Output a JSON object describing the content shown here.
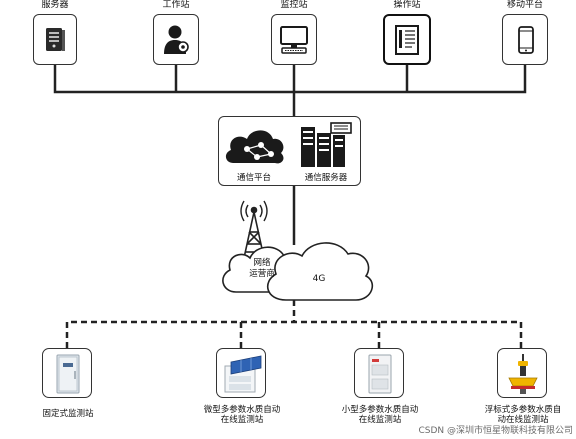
{
  "top_terminals": [
    {
      "label": "服务器",
      "icon": "server-tower-icon"
    },
    {
      "label": "工作站",
      "icon": "user-gear-icon"
    },
    {
      "label": "监控站",
      "icon": "desktop-computer-icon"
    },
    {
      "label": "操作站",
      "icon": "document-panel-icon"
    },
    {
      "label": "移动平台",
      "icon": "smartphone-icon"
    }
  ],
  "center": {
    "platform_label": "通信平台",
    "server_label": "通信服务器"
  },
  "network": {
    "operator_label_line1": "网络",
    "operator_label_line2": "运营商",
    "label_4g": "4G"
  },
  "stations": [
    {
      "label": "固定式监测站",
      "icon": "cabinet-station-icon"
    },
    {
      "label": "微型多参数水质自动在线监测站",
      "line1": "微型多参数水质自动",
      "line2": "在线监测站",
      "icon": "solar-station-icon"
    },
    {
      "label": "小型多参数水质自动在线监测站",
      "line1": "小型多参数水质自动",
      "line2": "在线监测站",
      "icon": "small-cabinet-icon"
    },
    {
      "label": "浮标式多参数水质自动在线监测站",
      "line1": "浮标式多参数水质自",
      "line2": "动在线监测站",
      "icon": "buoy-station-icon"
    }
  ],
  "watermark": "CSDN @深圳市恒星物联科技有限公司"
}
